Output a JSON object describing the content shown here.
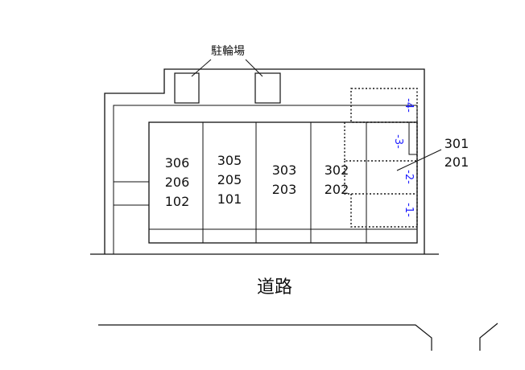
{
  "labels": {
    "bicycle_parking": "駐輪場",
    "road": "道路"
  },
  "units": [
    {
      "lines": [
        "306",
        "206",
        "102"
      ]
    },
    {
      "lines": [
        "305",
        "205",
        "101"
      ]
    },
    {
      "lines": [
        "303",
        "203"
      ]
    },
    {
      "lines": [
        "302",
        "202"
      ]
    }
  ],
  "callout_unit": {
    "lines": [
      "301",
      "201"
    ]
  },
  "parking_spaces": [
    "-4-",
    "-3-",
    "-2-",
    "-1-"
  ],
  "colors": {
    "line": "#111111",
    "parking_number": "#1a1aff",
    "background": "#ffffff"
  }
}
